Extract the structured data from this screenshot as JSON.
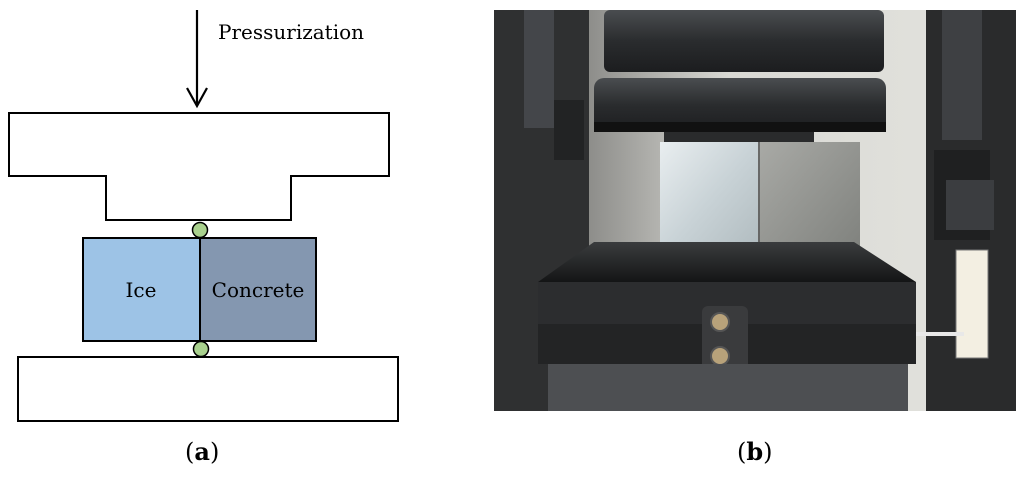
{
  "panel_a": {
    "arrow_label": "Pressurization",
    "ice_label": "Ice",
    "concrete_label": "Concrete",
    "ice_color": "#9dc3e6",
    "concrete_color": "#8497b0",
    "joint_color": "#a9d18e",
    "caption_open": "(",
    "caption_letter": "a",
    "caption_close": ")"
  },
  "panel_b": {
    "caption_open": "(",
    "caption_letter": "b",
    "caption_close": ")"
  }
}
